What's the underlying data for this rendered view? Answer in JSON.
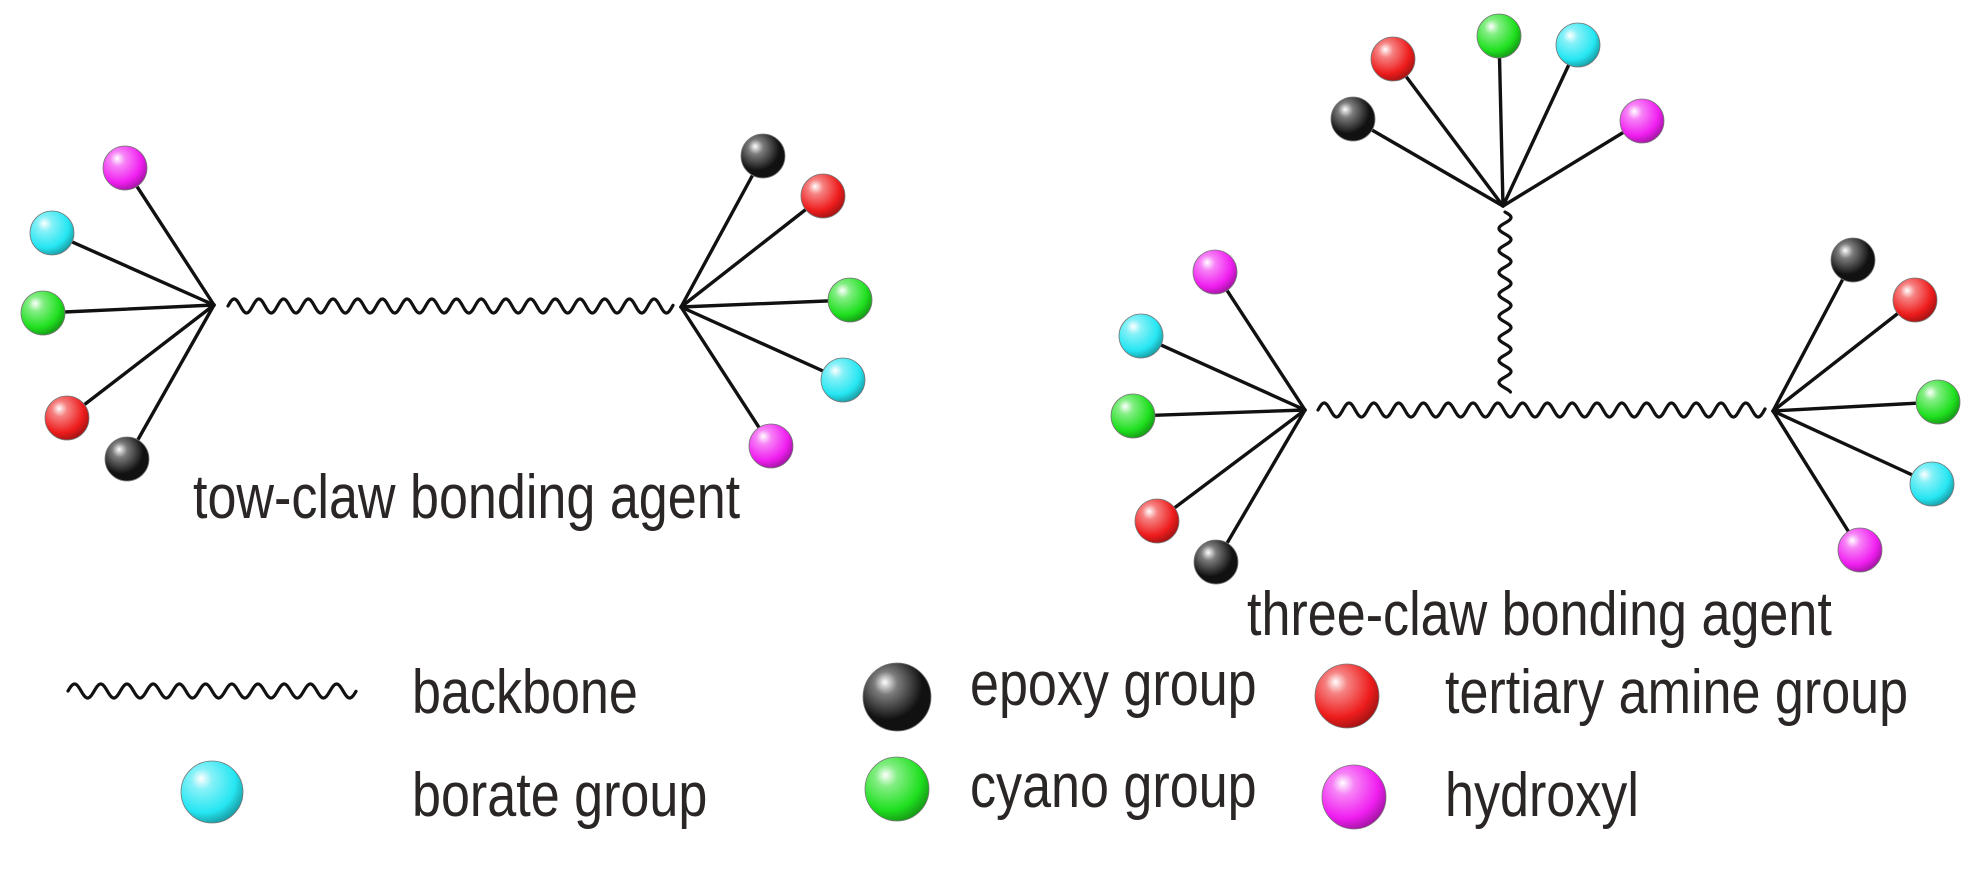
{
  "colors": {
    "epoxy": "#111111",
    "amine": "#ee1c1c",
    "cyano": "#1fe01f",
    "borate": "#25e6f2",
    "hydroxyl": "#f01ef0",
    "backbone": "#111111",
    "text": "#2b2626"
  },
  "titles": {
    "two_claw": "tow-claw bonding agent",
    "three_claw": "three-claw bonding agent"
  },
  "legend": {
    "backbone": "backbone",
    "borate": "borate group",
    "epoxy": "epoxy group",
    "cyano": "cyano group",
    "amine": "tertiary amine group",
    "hydroxyl": "hydroxyl"
  },
  "claws": {
    "left_order": [
      "hydroxyl",
      "borate",
      "cyano",
      "amine",
      "epoxy"
    ],
    "right_order": [
      "epoxy",
      "amine",
      "cyano",
      "borate",
      "hydroxyl"
    ],
    "top_order": [
      "epoxy",
      "amine",
      "cyano",
      "borate",
      "hydroxyl"
    ]
  }
}
